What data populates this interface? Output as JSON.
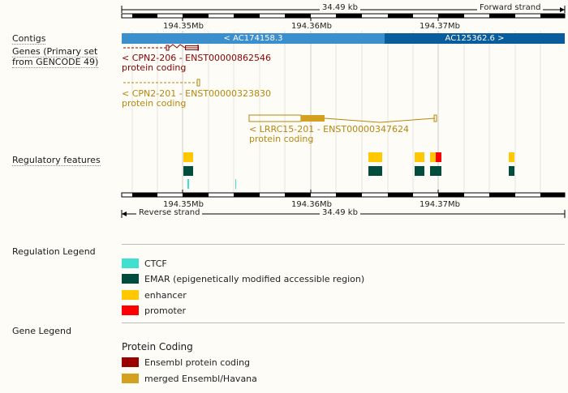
{
  "top_ruler": {
    "length_label": "34.49 kb",
    "strand_label": "Forward strand"
  },
  "bottom_ruler": {
    "length_label": "34.49 kb",
    "strand_label": "Reverse strand"
  },
  "positions": [
    "194.35Mb",
    "194.36Mb",
    "194.37Mb"
  ],
  "tracks": {
    "contigs": "Contigs",
    "genes": "Genes (Primary set from GENCODE 49)",
    "regulatory": "Regulatory features"
  },
  "contigs": [
    {
      "label": "< AC174158.3",
      "color": "#3a8fcc"
    },
    {
      "label": "AC125362.6 >",
      "color": "#0a5d9c"
    }
  ],
  "genes": [
    {
      "name": "< CPN2-206 - ENST00000862546",
      "biotype": "protein coding",
      "color": "#8b0000"
    },
    {
      "name": "< CPN2-201 - ENST00000323830",
      "biotype": "protein coding",
      "color": "#b8860b"
    },
    {
      "name": "< LRRC15-201 - ENST00000347624",
      "biotype": "protein coding",
      "color": "#b8860b"
    }
  ],
  "regulation_legend": {
    "title": "Regulation Legend",
    "items": [
      {
        "label": "CTCF",
        "color": "#40e0d0"
      },
      {
        "label": "EMAR (epigenetically modified accessible region)",
        "color": "#004d3d"
      },
      {
        "label": "enhancer",
        "color": "#ffc800"
      },
      {
        "label": "promoter",
        "color": "#ff0000"
      }
    ]
  },
  "gene_legend": {
    "title": "Gene Legend",
    "subtitle": "Protein Coding",
    "items": [
      {
        "label": "Ensembl protein coding",
        "color": "#9b0000"
      },
      {
        "label": "merged Ensembl/Havana",
        "color": "#d4a020"
      }
    ]
  }
}
